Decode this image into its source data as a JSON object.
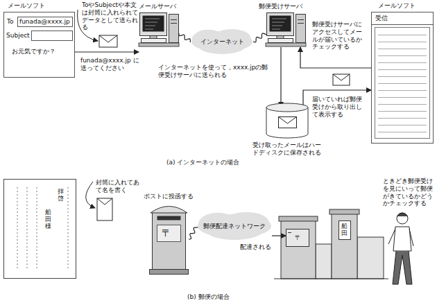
{
  "diagram": {
    "nodes": [
      {
        "text": [
          "メールソフト",
          "To",
          "funada@xxxx.jp",
          "Subject",
          "お元気ですか？"
        ]
      },
      {
        "text": [
          "メールサーバ"
        ]
      },
      {
        "text": [
          "インターネット"
        ]
      },
      {
        "text": [
          "郵便受けサーバ"
        ]
      },
      {
        "text": [
          "受け取ったメールはハードディスクに保存される"
        ]
      },
      {
        "text": [
          "メールソフト",
          "受信"
        ]
      },
      {
        "text": [
          "拝啓",
          "船田様"
        ]
      },
      {
        "text": [
          "ポストに投函する",
          "〒"
        ]
      },
      {
        "text": [
          "郵便配達ネットワーク"
        ]
      },
      {
        "text": [
          "〒"
        ]
      },
      {
        "text": [
          "船田"
        ]
      }
    ],
    "edges": [
      {
        "from": 0,
        "to": 1,
        "arrow": "to",
        "label": "funada@xxxx.jp に送ってください"
      },
      {
        "from": 1,
        "to": 2,
        "arrow": "none"
      },
      {
        "from": 2,
        "to": 3,
        "arrow": "none"
      },
      {
        "from": 3,
        "to": 4,
        "arrow": "to"
      },
      {
        "from": 5,
        "to": 3,
        "arrow": "to"
      },
      {
        "from": 4,
        "to": 5,
        "arrow": "to"
      },
      {
        "from": 7,
        "to": 8,
        "arrow": "none"
      },
      {
        "from": 8,
        "to": 9,
        "arrow": "to",
        "label": "配達される"
      }
    ],
    "labels": [
      "ToやSubjectや本文は封筒に入れられてデータとして送られる",
      "インターネットを使って，xxxx.jpの郵便受けサーバに送られる",
      "郵便受けサーバにアクセスしてメールが届いているかチェックする",
      "届いていれば郵便受けから取り出して表示する",
      "(a) インターネットの場合",
      "封筒に入れてあて名を書く",
      "ときどき郵便受けを見にいって郵便がきているかどうかチェックする",
      "(b) 郵便の場合"
    ]
  }
}
